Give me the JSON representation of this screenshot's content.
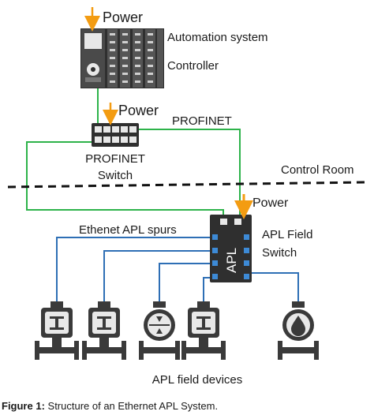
{
  "labels": {
    "power_controller": "Power",
    "automation_line1": "Automation system",
    "automation_line2": "Controller",
    "power_switch": "Power",
    "profinet": "PROFINET",
    "switch_line1": "PROFINET",
    "switch_line2": "Switch",
    "control_room": "Control Room",
    "power_field": "Power",
    "apl_spurs": "Ethenet APL spurs",
    "apl_field_line1": "APL Field",
    "apl_field_line2": "Switch",
    "apl_text": "APL",
    "field_devices": "APL field devices"
  },
  "caption": {
    "prefix": "Figure 1:",
    "text": " Structure of an Ethernet APL System."
  },
  "colors": {
    "power_arrow": "#f39c12",
    "profinet_line": "#2db34a",
    "apl_line": "#2e6fb5",
    "device_dark": "#3a3a3a",
    "device_light": "#e8e8e8",
    "port_blue": "#3d8ad6",
    "divider": "#111111"
  }
}
